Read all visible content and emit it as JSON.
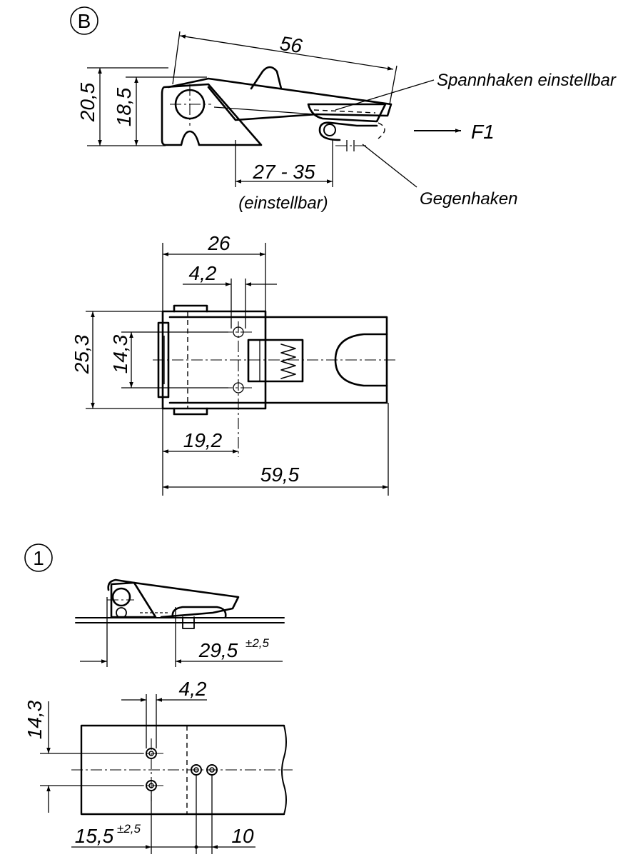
{
  "view_b": {
    "marker": "B",
    "dim_56": "56",
    "dim_20_5": "20,5",
    "dim_18_5": "18,5",
    "dim_27_35": "27 - 35",
    "note_adjustable": "(einstellbar)",
    "callout_hook": "Spannhaken einstellbar",
    "callout_counter": "Gegenhaken",
    "force_label": "F1"
  },
  "plan_view": {
    "dim_26": "26",
    "dim_4_2": "4,2",
    "dim_25_3": "25,3",
    "dim_14_3": "14,3",
    "dim_19_2": "19,2",
    "dim_59_5": "59,5"
  },
  "view_1": {
    "marker": "1",
    "dim_29_5": "29,5",
    "tol_29_5": "±2,5"
  },
  "hole_pattern": {
    "dim_14_3": "14,3",
    "dim_4_2": "4,2",
    "dim_15_5": "15,5",
    "tol_15_5": "±2,5",
    "dim_10": "10"
  }
}
